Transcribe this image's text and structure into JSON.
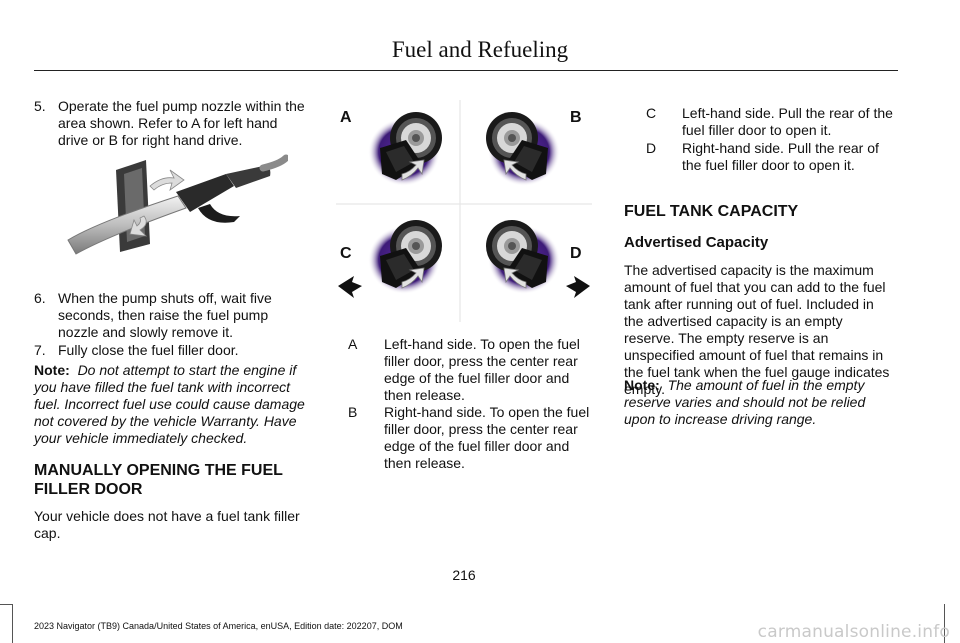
{
  "header": {
    "title": "Fuel and Refueling"
  },
  "left": {
    "step5_num": "5.",
    "step5_text": "Operate the fuel pump nozzle within the area shown. Refer to A for left hand drive or B for right hand drive.",
    "step6_num": "6.",
    "step6_text": "When the pump shuts off, wait five seconds, then raise the fuel pump nozzle and slowly remove it.",
    "step7_num": "7.",
    "step7_text": "Fully close the fuel filler door.",
    "note_label": "Note:",
    "note_text": "Do not attempt to start the engine if you have filled the fuel tank with incorrect fuel.  Incorrect fuel use could cause damage not covered by the vehicle Warranty.  Have your vehicle immediately checked.",
    "heading": "MANUALLY OPENING THE FUEL FILLER DOOR",
    "body": "Your vehicle does not have a fuel tank filler cap."
  },
  "figure": {
    "labels": {
      "a": "A",
      "b": "B",
      "c": "C",
      "d": "D"
    }
  },
  "middle": {
    "items": [
      {
        "key": "A",
        "text": "Left-hand side. To open the fuel filler door, press the center rear edge of the fuel filler door and then release."
      },
      {
        "key": "B",
        "text": "Right-hand side. To open the fuel filler door, press the center rear edge of the fuel filler door and then release."
      }
    ]
  },
  "right": {
    "items": [
      {
        "key": "C",
        "text": "Left-hand side. Pull the rear of the fuel filler door to open it."
      },
      {
        "key": "D",
        "text": "Right-hand side. Pull the rear of the fuel filler door to open it."
      }
    ],
    "heading": "FUEL TANK CAPACITY",
    "subheading": "Advertised Capacity",
    "body": "The advertised capacity is the maximum amount of fuel that you can add to the fuel tank after running out of fuel. Included in the advertised capacity is an empty reserve. The empty reserve is an unspecified amount of fuel that remains in the fuel tank when the fuel gauge indicates empty.",
    "note_label": "Note:",
    "note_text": "The amount of fuel in the empty reserve varies and should not be relied upon to increase driving range."
  },
  "footer": {
    "page_number": "216",
    "edition": "2023 Navigator (TB9) Canada/United States of America, enUSA, Edition date: 202207, DOM",
    "watermark": "carmanualsonline.info"
  },
  "colors": {
    "accent_purple": "#4a1f86",
    "text": "#111111",
    "watermark": "#c9c9c9"
  }
}
